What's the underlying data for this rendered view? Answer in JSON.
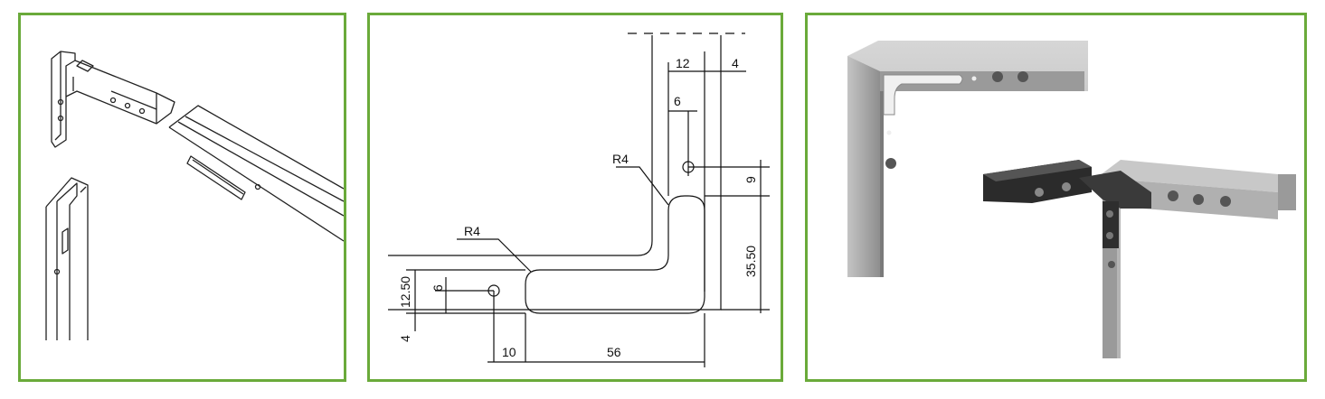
{
  "panels": [
    {
      "name": "isometric-sketch"
    },
    {
      "name": "dimension-drawing"
    },
    {
      "name": "photo-render"
    }
  ],
  "drawing": {
    "dims": {
      "d12": "12",
      "d4_top": "4",
      "d6_top": "6",
      "r4_top": "R4",
      "d9": "9",
      "d35": "35.50",
      "r4_bottom": "R4",
      "d6_left": "6",
      "d12_50": "12.50",
      "d4_left": "4",
      "d10": "10",
      "d56": "56"
    }
  },
  "colors": {
    "frame": "#6aaa3a",
    "line": "#111111",
    "metal_light": "#bfbfbf",
    "metal_dark": "#8a8a8a",
    "plastic": "#2a2a2a"
  }
}
